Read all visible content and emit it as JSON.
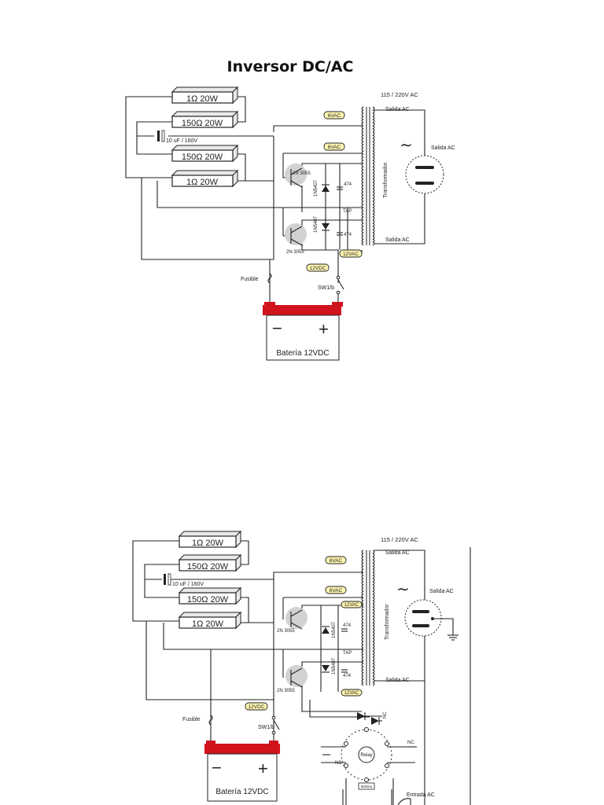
{
  "page": {
    "title": "Inversor DC/AC"
  },
  "diagram1": {
    "res1": "1Ω 20W",
    "res2": "150Ω  20W",
    "res3": "150Ω  20W",
    "res4": "1Ω 20W",
    "cap": "10 uF / 160V",
    "voltage": "115 / 220V AC",
    "out1": "Salida AC",
    "out2": "Salida AC",
    "out3": "Salida AC",
    "tag6a": "6VAC",
    "tag6b": "6VAC",
    "tag12a": "12VAC",
    "tag12b": "12VDC",
    "trans1": "2N 3055",
    "trans2": "2N 3055",
    "diode1": "1N5407",
    "diode2": "1N5407",
    "cap474a": "474",
    "cap474b": "474",
    "tap": "TAP",
    "transformer": "Transformador",
    "fuse": "Fusible",
    "switch": "SW1/b",
    "battery": "Batería 12VDC",
    "minus": "−",
    "plus": "+",
    "tilde": "∼"
  },
  "diagram2": {
    "res1": "1Ω 20W",
    "res2": "150Ω  20W",
    "res3": "150Ω  20W",
    "res4": "1Ω 20W",
    "cap": "10 uF / 160V",
    "voltage": "115 / 220V AC",
    "out1": "Salida AC",
    "out2": "Salida AC",
    "out3": "Salida AC",
    "tag6a": "6VAC",
    "tag6b": "6VAC",
    "tag12top": "12VAC",
    "tag12a": "12VAC",
    "tag12b": "12VDC",
    "trans1": "2N 3055",
    "trans2": "2N 3055",
    "diode1": "1N5407",
    "diode2": "1N5407",
    "cap474a": "474",
    "cap474b": "474",
    "tap": "TAP",
    "transformer": "Transformador",
    "fuse": "Fusible",
    "switch": "SW1/b",
    "battery": "Batería 12VDC",
    "minus": "−",
    "plus": "+",
    "tilde": "∼",
    "relay": "Relay",
    "bobina": "Bobina",
    "nc1": "NC",
    "nc2": "NC",
    "nc3": "NC",
    "input": "Entrada AC"
  }
}
